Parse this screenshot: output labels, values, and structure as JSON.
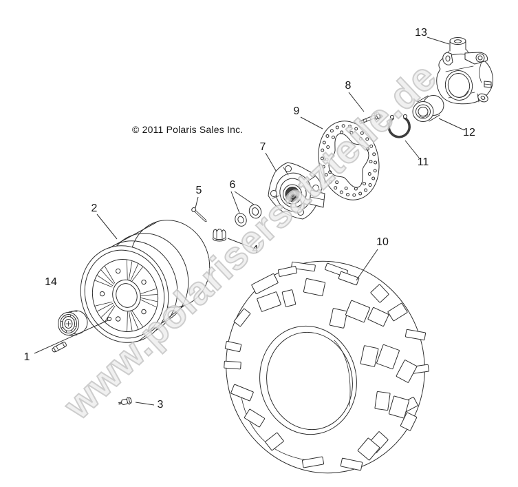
{
  "diagram": {
    "copyright": "© 2011 Polaris Sales Inc.",
    "watermark": "www.polarisersatzteile.de",
    "part_labels": [
      "1",
      "2",
      "3",
      "4",
      "5",
      "6",
      "7",
      "8",
      "9",
      "10",
      "11",
      "12",
      "13",
      "14"
    ]
  }
}
